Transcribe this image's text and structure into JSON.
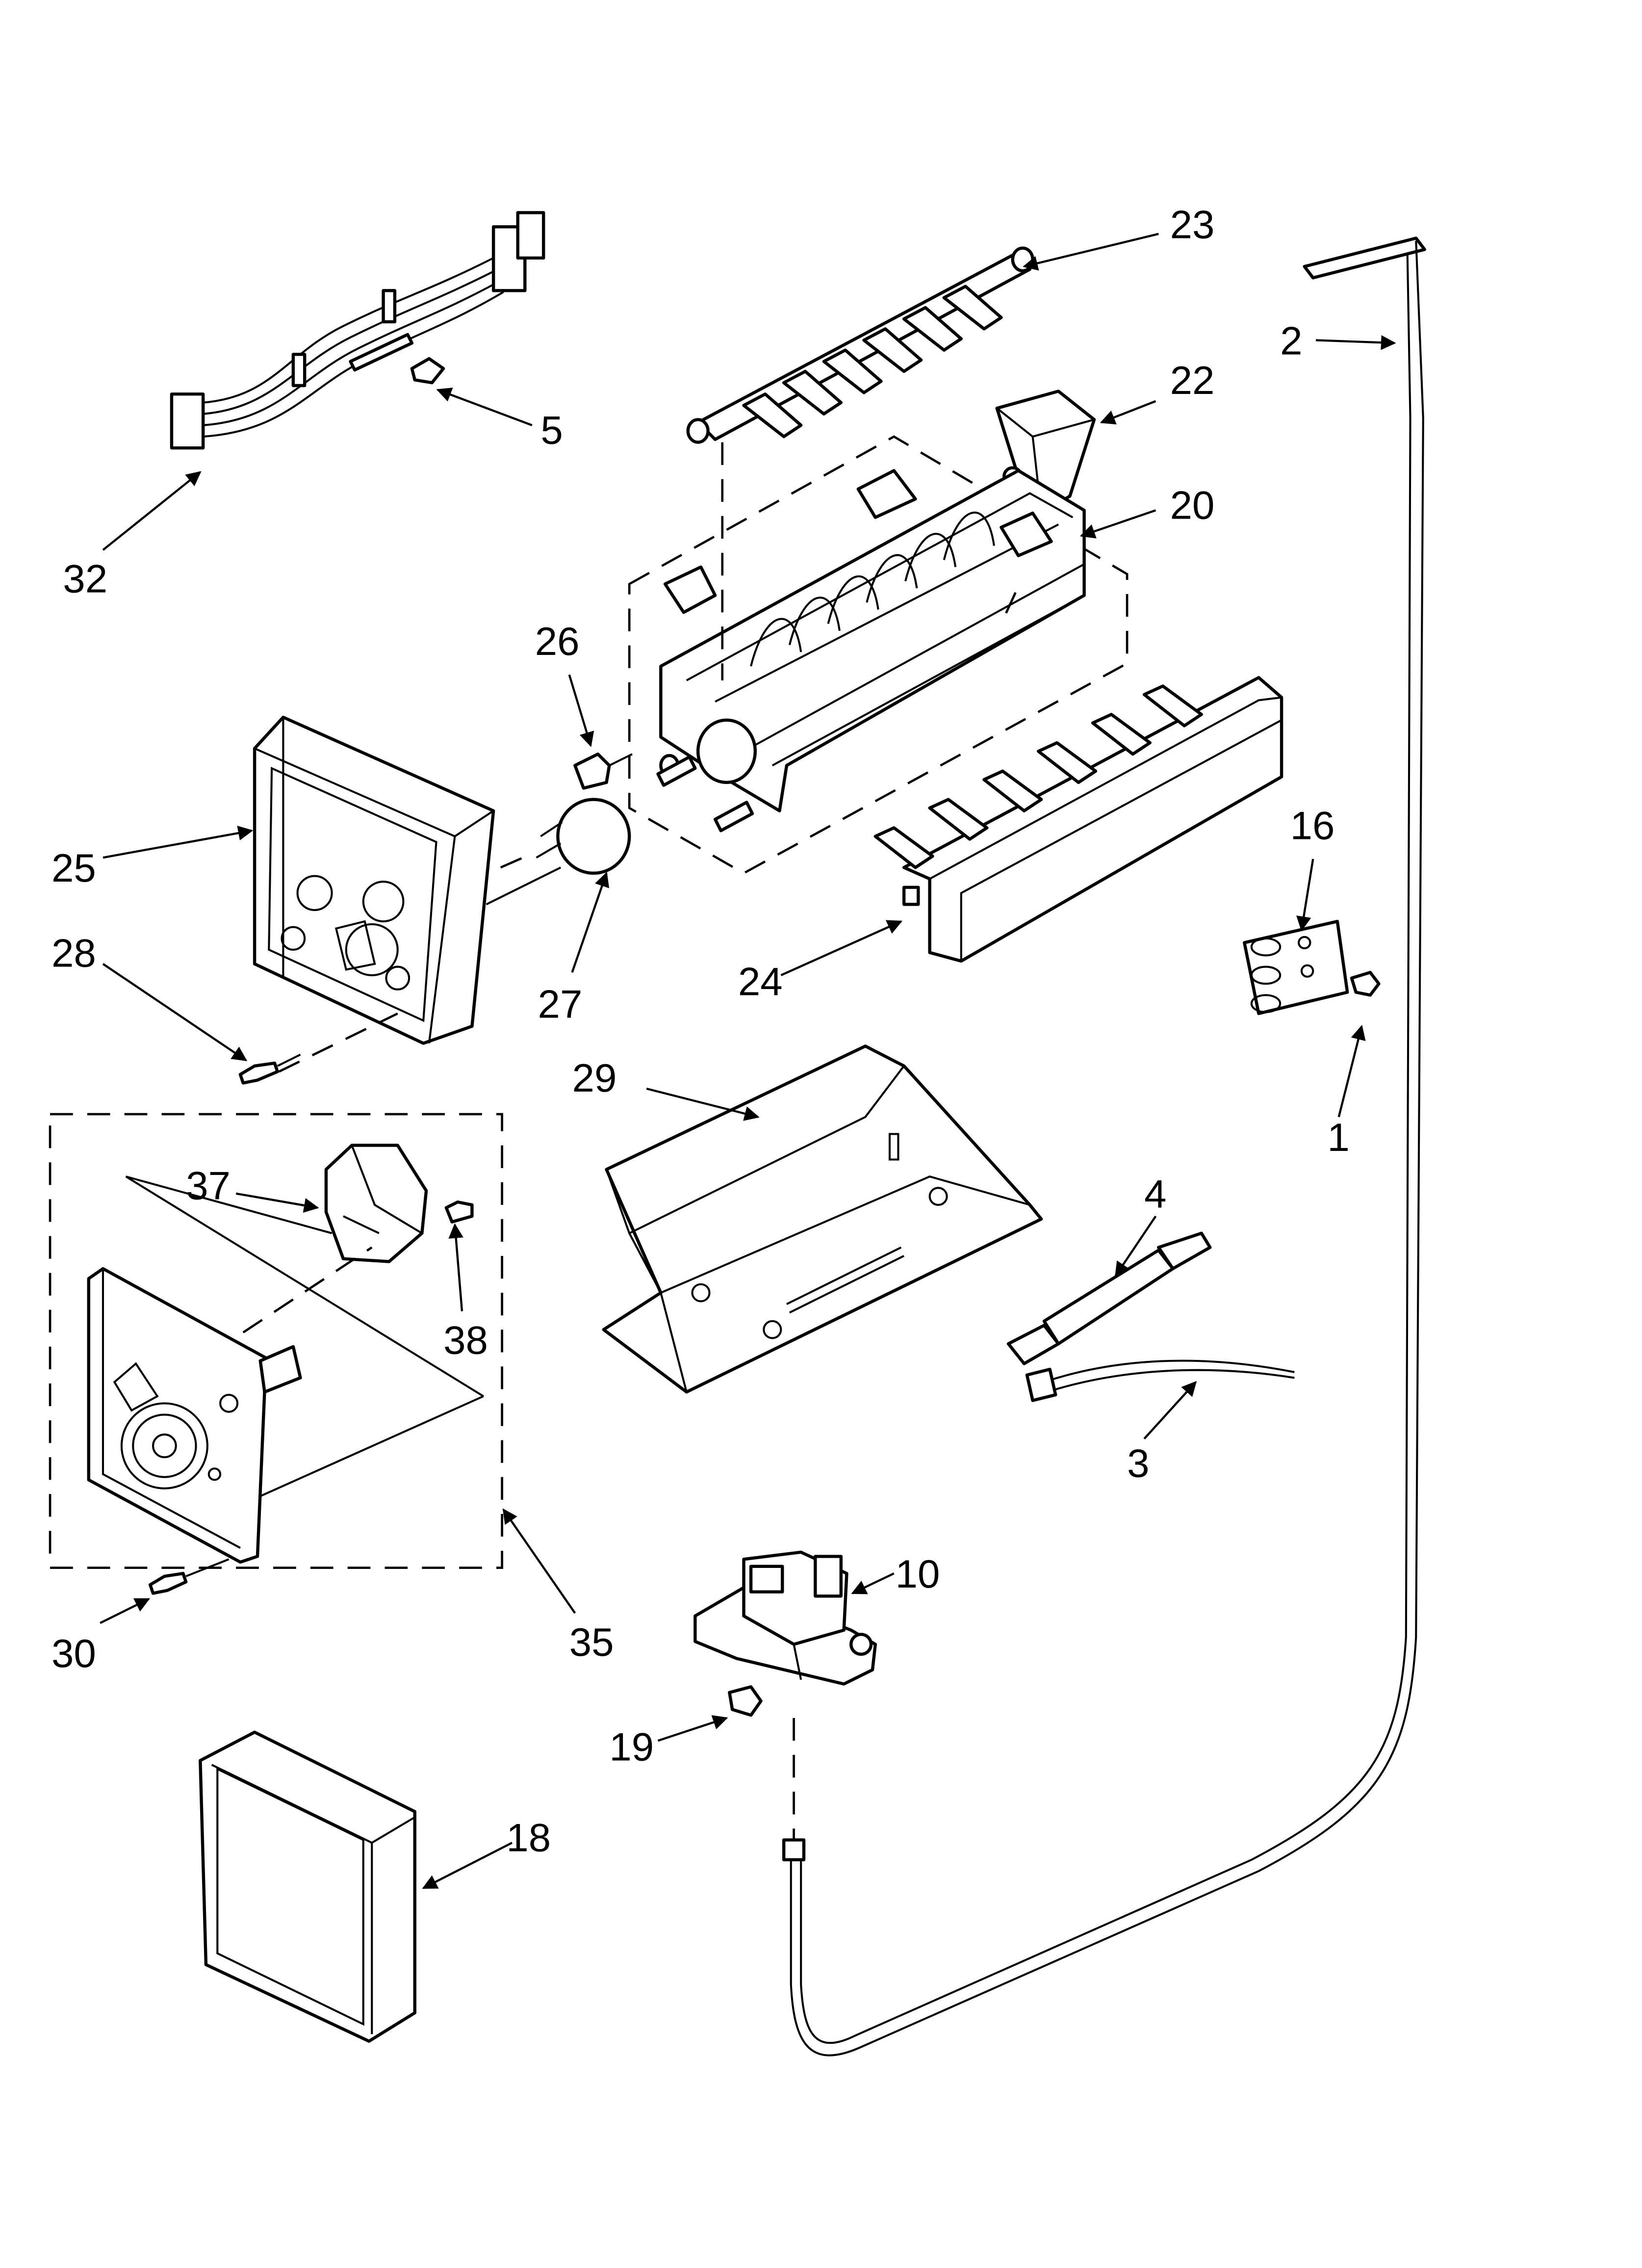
{
  "part_labels": [
    "1",
    "2",
    "3",
    "4",
    "5",
    "10",
    "16",
    "18",
    "19",
    "20",
    "22",
    "23",
    "24",
    "25",
    "26",
    "27",
    "28",
    "29",
    "30",
    "32",
    "35",
    "37",
    "38"
  ],
  "groups": {
    "assembly_35": "35"
  }
}
